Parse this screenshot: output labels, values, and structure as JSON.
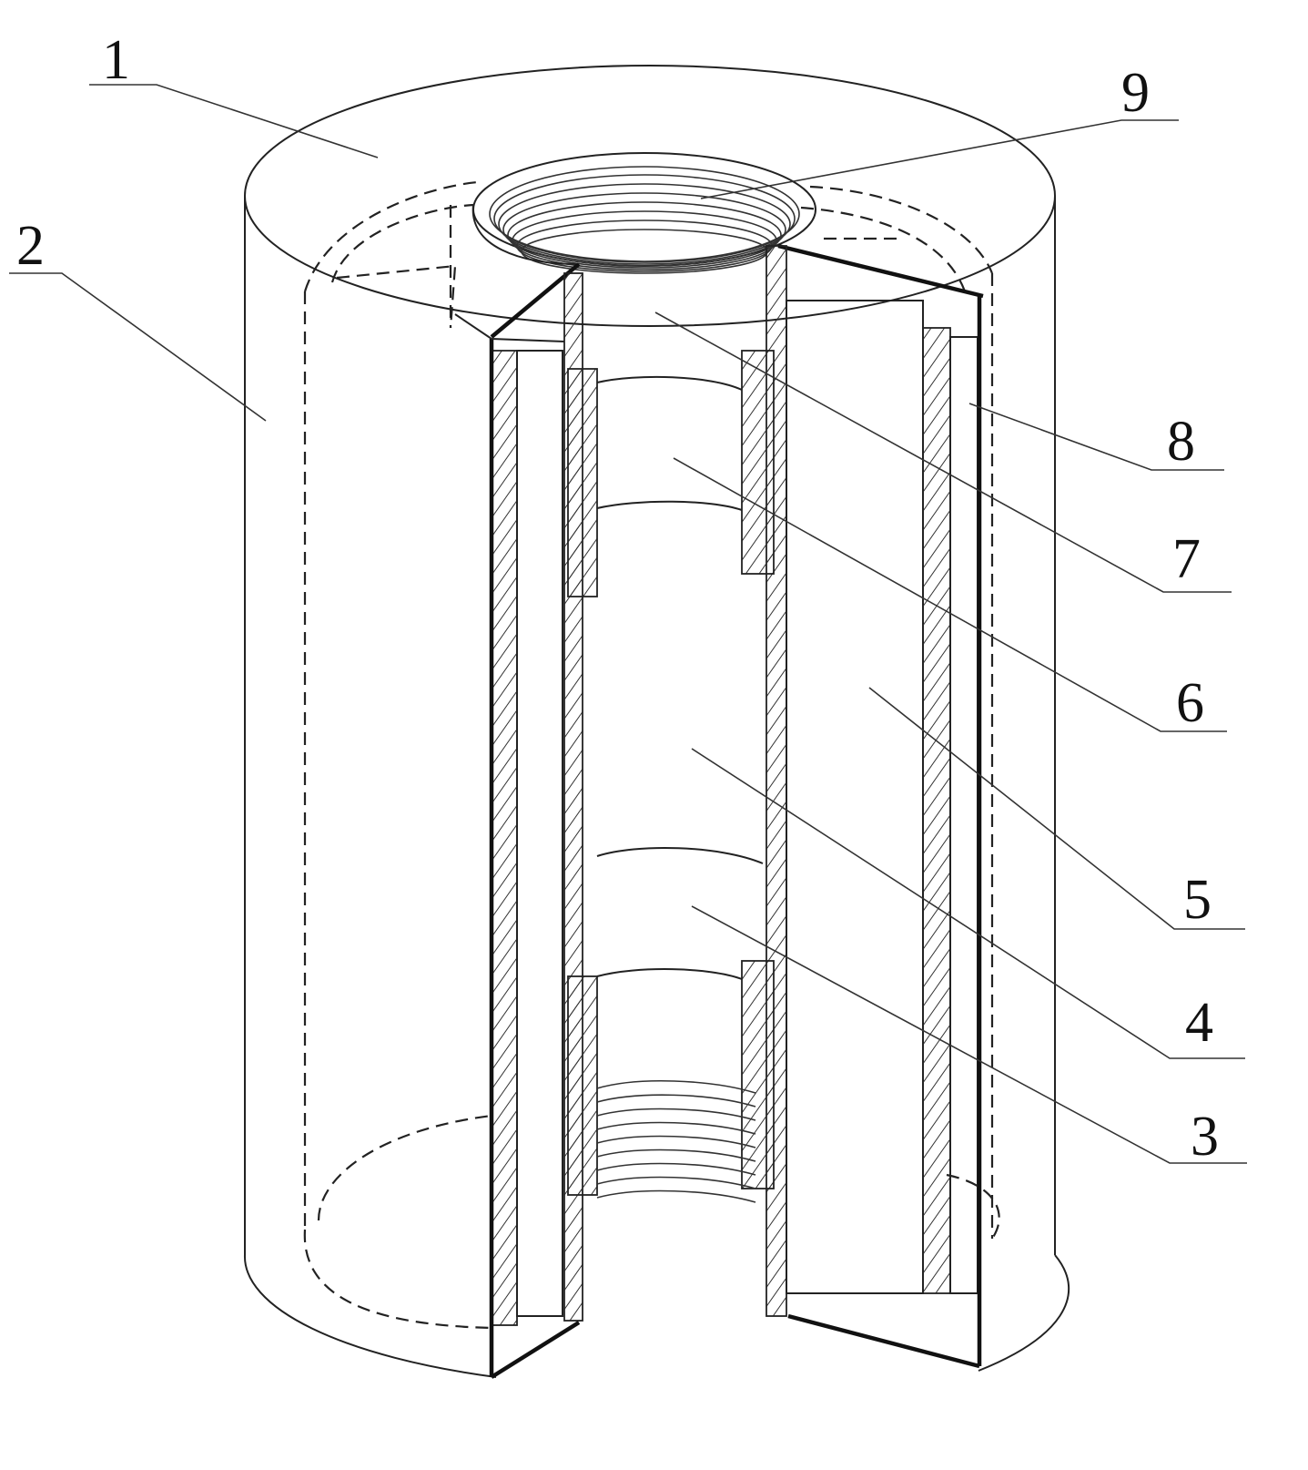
{
  "figure": {
    "labels": [
      "1",
      "2",
      "3",
      "4",
      "5",
      "6",
      "7",
      "8",
      "9"
    ]
  },
  "colors": {
    "line": "#222222",
    "background": "#ffffff"
  }
}
